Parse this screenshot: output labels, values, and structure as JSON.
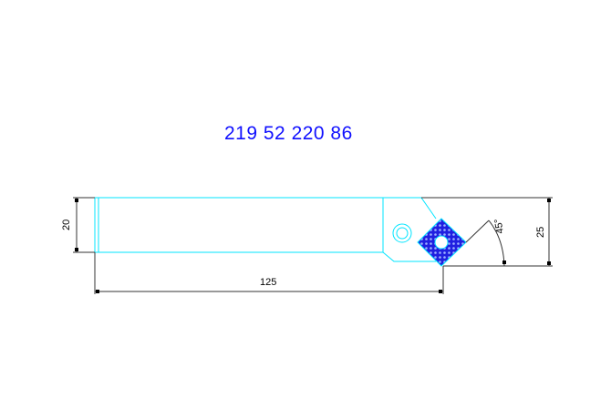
{
  "drawing": {
    "part_number": "219 52 220 86",
    "dimensions": {
      "height_shank": "20",
      "length": "125",
      "height_total": "25",
      "angle": "45°"
    },
    "colors": {
      "outline": "#00e5ff",
      "title": "#1010ff",
      "insert": "#1010dd",
      "dimension": "#000000"
    }
  }
}
